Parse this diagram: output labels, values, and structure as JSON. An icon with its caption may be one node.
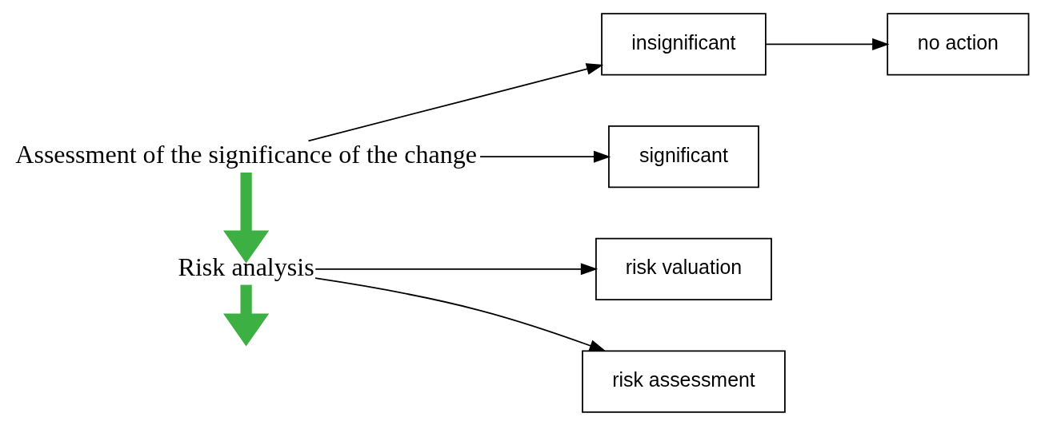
{
  "diagram": {
    "nodes": [
      {
        "text": [
          "Assessment of the significance of the change"
        ]
      },
      {
        "text": [
          "insignificant"
        ]
      },
      {
        "text": [
          "no action"
        ]
      },
      {
        "text": [
          "significant"
        ]
      },
      {
        "text": [
          "Risk analysis"
        ]
      },
      {
        "text": [
          "risk valuation"
        ]
      },
      {
        "text": [
          "risk assessment"
        ]
      }
    ],
    "edges": [
      {
        "from": 0,
        "to": 1,
        "arrow": "to"
      },
      {
        "from": 1,
        "to": 2,
        "arrow": "to"
      },
      {
        "from": 0,
        "to": 3,
        "arrow": "to"
      },
      {
        "from": 0,
        "to": 4,
        "arrow": "to",
        "style": "thick",
        "color": "#3cb043"
      },
      {
        "from": 4,
        "to": 5,
        "arrow": "to"
      },
      {
        "from": 4,
        "to": 6,
        "arrow": "to"
      },
      {
        "from": 4,
        "to": null,
        "arrow": "to",
        "style": "thick",
        "color": "#3cb043"
      }
    ]
  }
}
